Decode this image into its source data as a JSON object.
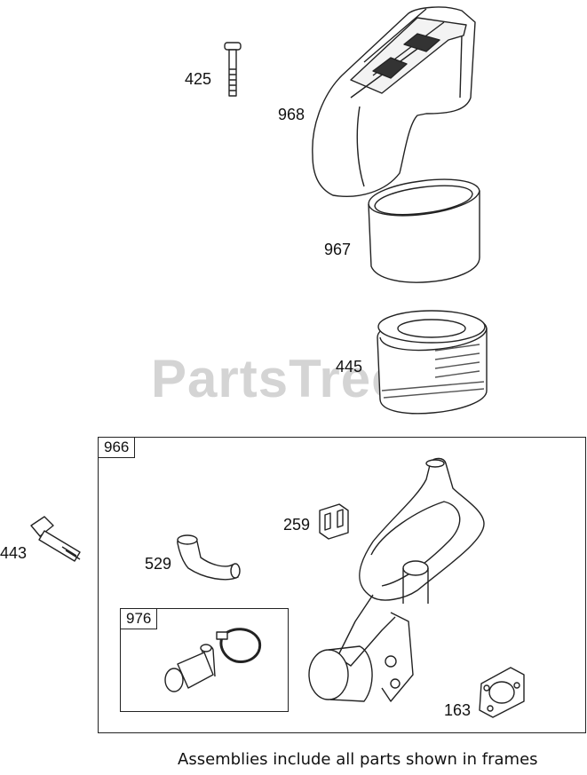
{
  "watermark": "PartsTree",
  "frames": {
    "assembly_966": "966",
    "assembly_976": "976"
  },
  "callouts": {
    "p425": "425",
    "p968": "968",
    "p967": "967",
    "p445": "445",
    "p443": "443",
    "p259": "259",
    "p529": "529",
    "p163": "163"
  },
  "footer_note": "Assemblies include all parts shown in frames",
  "colors": {
    "line": "#222222",
    "watermark": "#d4d4d4",
    "background": "#ffffff"
  }
}
